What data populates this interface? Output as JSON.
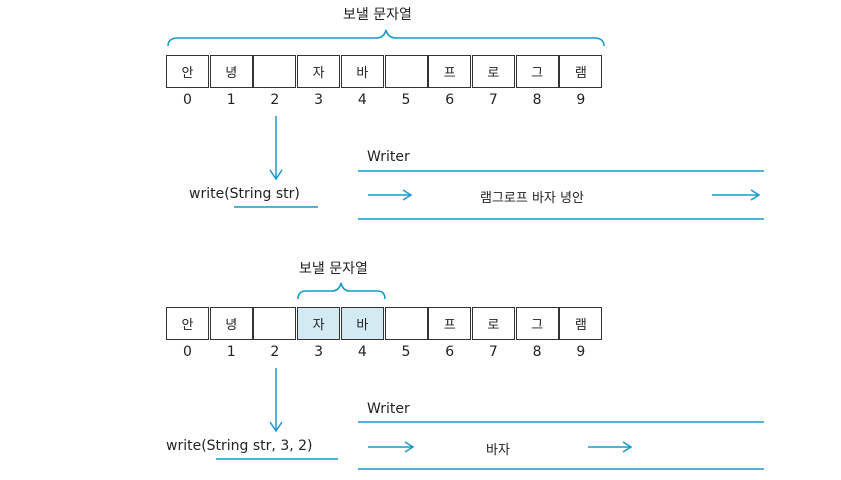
{
  "diagram1": {
    "label": "보낼 문자열",
    "cells": [
      "안",
      "녕",
      "",
      "자",
      "바",
      "",
      "프",
      "로",
      "그",
      "램"
    ],
    "indices": [
      "0",
      "1",
      "2",
      "3",
      "4",
      "5",
      "6",
      "7",
      "8",
      "9"
    ],
    "highlighted": [],
    "method": "write(String str)",
    "writer_label": "Writer",
    "output": "램그로프 바자 녕안"
  },
  "diagram2": {
    "label": "보낼 문자열",
    "cells": [
      "안",
      "녕",
      "",
      "자",
      "바",
      "",
      "프",
      "로",
      "그",
      "램"
    ],
    "indices": [
      "0",
      "1",
      "2",
      "3",
      "4",
      "5",
      "6",
      "7",
      "8",
      "9"
    ],
    "highlighted": [
      3,
      4
    ],
    "method": "write(String str, 3, 2)",
    "writer_label": "Writer",
    "output": "바자"
  },
  "colors": {
    "accent": "#1a9ac9",
    "highlight": "#d4eaf3",
    "border": "#333333"
  }
}
